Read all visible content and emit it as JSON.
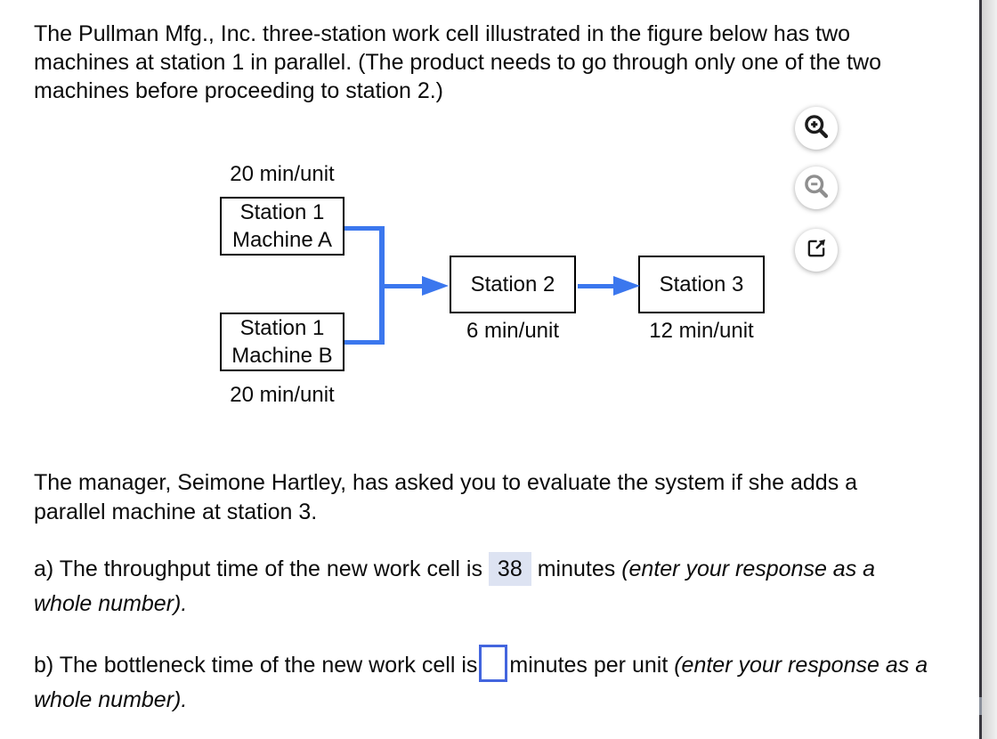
{
  "question": {
    "intro": "The Pullman Mfg., Inc. three-station work cell illustrated in the figure below has two machines at station 1 in parallel. (The product needs to go through only one of the two machines before proceeding to station 2.)",
    "manager_note": "The manager, Seimone Hartley, has asked you to evaluate the system if she adds a parallel machine at station 3.",
    "part_a": {
      "prefix": "a) The throughput time of the new work cell is",
      "answer": "38",
      "suffix": "minutes",
      "instruction": "(enter your response as a whole number)."
    },
    "part_b": {
      "prefix": "b) The bottleneck time of the new work cell is",
      "answer": "",
      "suffix": "minutes per unit",
      "instruction": "(enter your response as a whole number)."
    }
  },
  "diagram": {
    "station1a": {
      "line1": "Station 1",
      "line2": "Machine A",
      "rate": "20 min/unit"
    },
    "station1b": {
      "line1": "Station 1",
      "line2": "Machine B",
      "rate": "20 min/unit"
    },
    "station2": {
      "label": "Station 2",
      "rate": "6 min/unit"
    },
    "station3": {
      "label": "Station 3",
      "rate": "12 min/unit"
    }
  },
  "toolbar": {
    "icons": [
      "zoom-in",
      "zoom-out",
      "open-in-new-window"
    ]
  },
  "colors": {
    "diagram_arrow": "#3b77ee",
    "answer_filled_bg": "#dde3f2",
    "answer_empty_border": "#4365de",
    "scrollbar_line": "#38373e",
    "scrollbar_track": "#e9e9e9"
  }
}
